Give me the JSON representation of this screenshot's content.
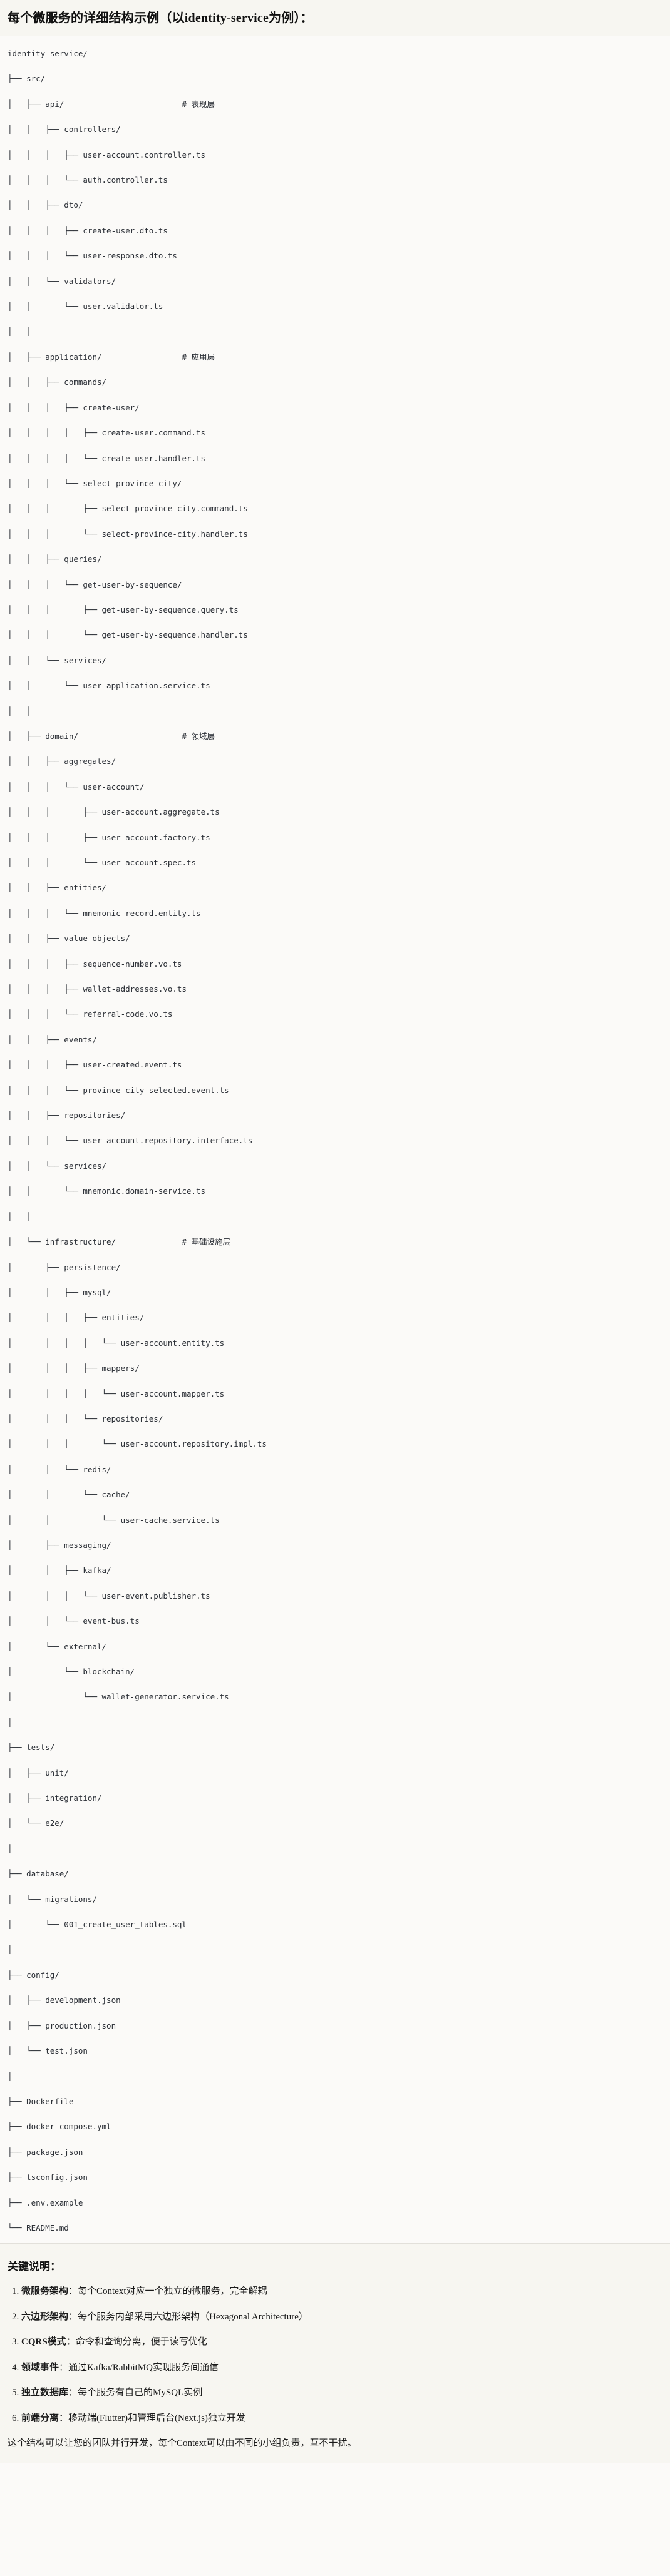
{
  "header": {
    "title": "每个微服务的详细结构示例（以identity-service为例）："
  },
  "tree": {
    "root": "identity-service/",
    "lines": [
      "identity-service/",
      "├── src/",
      "│   ├── api/                         # 表现层",
      "│   │   ├── controllers/",
      "│   │   │   ├── user-account.controller.ts",
      "│   │   │   └── auth.controller.ts",
      "│   │   ├── dto/",
      "│   │   │   ├── create-user.dto.ts",
      "│   │   │   └── user-response.dto.ts",
      "│   │   └── validators/",
      "│   │       └── user.validator.ts",
      "│   │",
      "│   ├── application/                 # 应用层",
      "│   │   ├── commands/",
      "│   │   │   ├── create-user/",
      "│   │   │   │   ├── create-user.command.ts",
      "│   │   │   │   └── create-user.handler.ts",
      "│   │   │   └── select-province-city/",
      "│   │   │       ├── select-province-city.command.ts",
      "│   │   │       └── select-province-city.handler.ts",
      "│   │   ├── queries/",
      "│   │   │   └── get-user-by-sequence/",
      "│   │   │       ├── get-user-by-sequence.query.ts",
      "│   │   │       └── get-user-by-sequence.handler.ts",
      "│   │   └── services/",
      "│   │       └── user-application.service.ts",
      "│   │",
      "│   ├── domain/                      # 领域层",
      "│   │   ├── aggregates/",
      "│   │   │   └── user-account/",
      "│   │   │       ├── user-account.aggregate.ts",
      "│   │   │       ├── user-account.factory.ts",
      "│   │   │       └── user-account.spec.ts",
      "│   │   ├── entities/",
      "│   │   │   └── mnemonic-record.entity.ts",
      "│   │   ├── value-objects/",
      "│   │   │   ├── sequence-number.vo.ts",
      "│   │   │   ├── wallet-addresses.vo.ts",
      "│   │   │   └── referral-code.vo.ts",
      "│   │   ├── events/",
      "│   │   │   ├── user-created.event.ts",
      "│   │   │   └── province-city-selected.event.ts",
      "│   │   ├── repositories/",
      "│   │   │   └── user-account.repository.interface.ts",
      "│   │   └── services/",
      "│   │       └── mnemonic.domain-service.ts",
      "│   │",
      "│   └── infrastructure/              # 基础设施层",
      "│       ├── persistence/",
      "│       │   ├── mysql/",
      "│       │   │   ├── entities/",
      "│       │   │   │   └── user-account.entity.ts",
      "│       │   │   ├── mappers/",
      "│       │   │   │   └── user-account.mapper.ts",
      "│       │   │   └── repositories/",
      "│       │   │       └── user-account.repository.impl.ts",
      "│       │   └── redis/",
      "│       │       └── cache/",
      "│       │           └── user-cache.service.ts",
      "│       ├── messaging/",
      "│       │   ├── kafka/",
      "│       │   │   └── user-event.publisher.ts",
      "│       │   └── event-bus.ts",
      "│       └── external/",
      "│           └── blockchain/",
      "│               └── wallet-generator.service.ts",
      "│",
      "├── tests/",
      "│   ├── unit/",
      "│   ├── integration/",
      "│   └── e2e/",
      "│",
      "├── database/",
      "│   └── migrations/",
      "│       └── 001_create_user_tables.sql",
      "│",
      "├── config/",
      "│   ├── development.json",
      "│   ├── production.json",
      "│   └── test.json",
      "│",
      "├── Dockerfile",
      "├── docker-compose.yml",
      "├── package.json",
      "├── tsconfig.json",
      "├── .env.example",
      "└── README.md"
    ],
    "layer_comments": [
      "# 表现层",
      "# 应用层",
      "# 领域层",
      "# 基础设施层"
    ]
  },
  "keypoints": {
    "heading": "关键说明：",
    "items": [
      {
        "term": "微服务架构",
        "desc": "：每个Context对应一个独立的微服务，完全解耦"
      },
      {
        "term": "六边形架构",
        "desc": "：每个服务内部采用六边形架构（Hexagonal Architecture）"
      },
      {
        "term": "CQRS模式",
        "desc": "：命令和查询分离，便于读写优化"
      },
      {
        "term": "领域事件",
        "desc": "：通过Kafka/RabbitMQ实现服务间通信"
      },
      {
        "term": "独立数据库",
        "desc": "：每个服务有自己的MySQL实例"
      },
      {
        "term": "前端分离",
        "desc": "：移动端(Flutter)和管理后台(Next.js)独立开发"
      }
    ],
    "footer": "这个结构可以让您的团队并行开发，每个Context可以由不同的小组负责，互不干扰。"
  },
  "colors": {
    "page_bg": "#fbfaf8",
    "panel_bg": "#f7f6f1",
    "divider": "#e2e0da",
    "code_text": "#2b2f36",
    "body_text": "#1a1a1a"
  }
}
